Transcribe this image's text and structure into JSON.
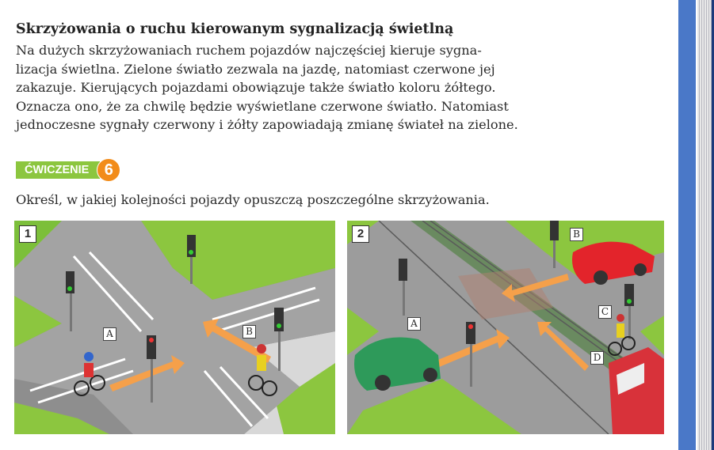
{
  "section": {
    "title": "Skrzyżowania o ruchu kierowanym sygnalizacją świetlną",
    "paragraph_lines": [
      "Na dużych skrzyżowaniach ruchem pojazdów najczęściej kieruje sygna-",
      "lizacja świetlna. Zielone światło zezwala na jazdę, natomiast czerwone jej",
      "zakazuje. Kierujących pojazdami obowiązuje także światło koloru żółtego.",
      "Oznacza ono, że za chwilę będzie wyświetlane czerwone światło. Natomiast",
      "jednoczesne sygnały czerwony i żółty zapowiadają zmianę świateł na zielone."
    ]
  },
  "exercise": {
    "label": "ĆWICZENIE",
    "number": "6",
    "instruction": "Określ, w jakiej kolejności pojazdy opuszczą poszczególne skrzyżowania.",
    "colors": {
      "badge": "#8cc63f",
      "number": "#f28c1a"
    }
  },
  "figures": [
    {
      "number": "1",
      "labels": [
        "A",
        "B"
      ]
    },
    {
      "number": "2",
      "labels": [
        "A",
        "B",
        "C",
        "D"
      ]
    }
  ]
}
